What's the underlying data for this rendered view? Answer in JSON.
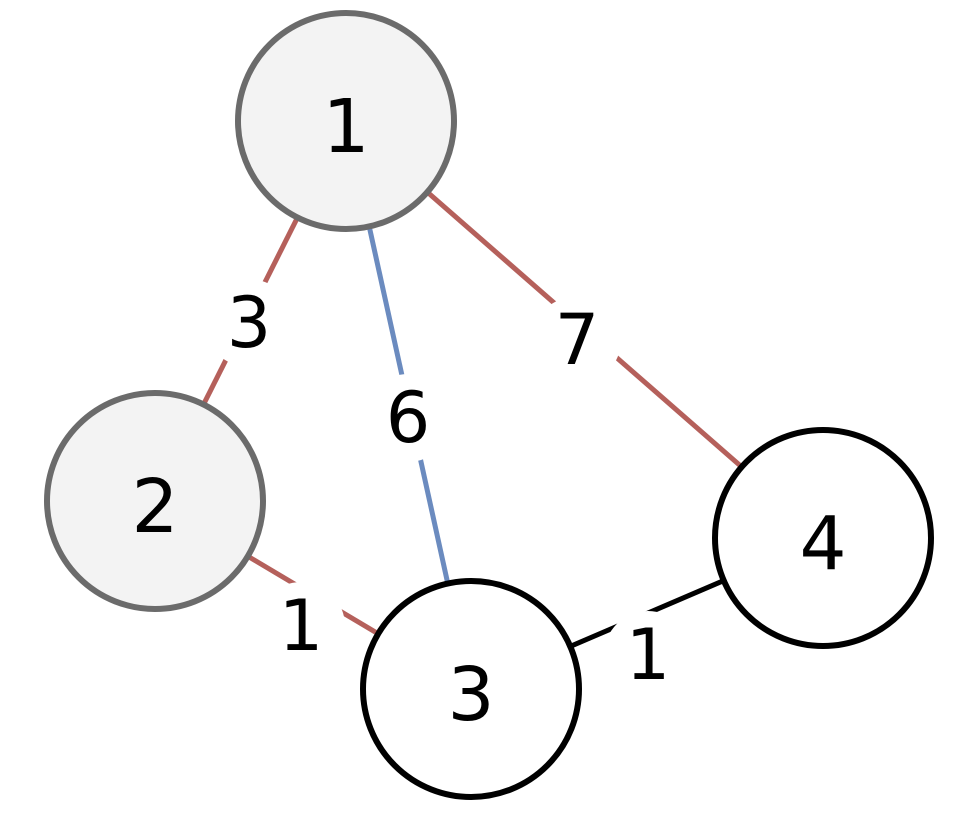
{
  "colors": {
    "visited_fill": "#f3f3f3",
    "visited_stroke": "#6b6b6b",
    "unvisited_fill": "#ffffff",
    "unvisited_stroke": "#000000",
    "edge_tree": "#b5605b",
    "edge_candidate": "#6b8bbf",
    "edge_default": "#000000",
    "background": "#ffffff"
  },
  "graph": {
    "nodes": [
      {
        "id": "1",
        "label": "1",
        "state": "visited"
      },
      {
        "id": "2",
        "label": "2",
        "state": "visited"
      },
      {
        "id": "3",
        "label": "3",
        "state": "unvisited"
      },
      {
        "id": "4",
        "label": "4",
        "state": "unvisited"
      }
    ],
    "edges": [
      {
        "from": "1",
        "to": "2",
        "weight": "3",
        "kind": "tree"
      },
      {
        "from": "1",
        "to": "3",
        "weight": "6",
        "kind": "candidate"
      },
      {
        "from": "1",
        "to": "4",
        "weight": "7",
        "kind": "tree"
      },
      {
        "from": "2",
        "to": "3",
        "weight": "1",
        "kind": "tree"
      },
      {
        "from": "3",
        "to": "4",
        "weight": "1",
        "kind": "default"
      }
    ]
  }
}
